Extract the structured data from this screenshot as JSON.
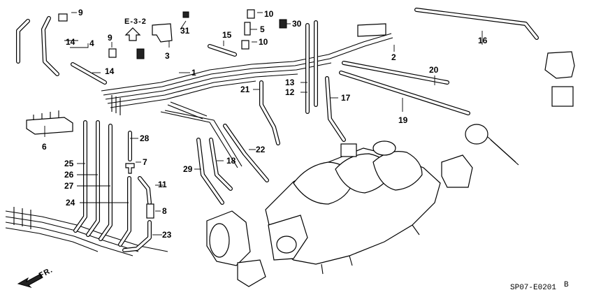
{
  "diagram": {
    "callouts": [
      "1",
      "2",
      "3",
      "4",
      "5",
      "6",
      "7",
      "8",
      "9",
      "9",
      "10",
      "10",
      "11",
      "12",
      "13",
      "14",
      "14",
      "15",
      "16",
      "17",
      "18",
      "19",
      "20",
      "21",
      "22",
      "23",
      "24",
      "25",
      "26",
      "27",
      "28",
      "29",
      "30",
      "31"
    ],
    "reference_label": "E-3-2",
    "direction_label": "FR.",
    "diagram_code": "SP07-E0201",
    "diagram_code_suffix": "B"
  }
}
